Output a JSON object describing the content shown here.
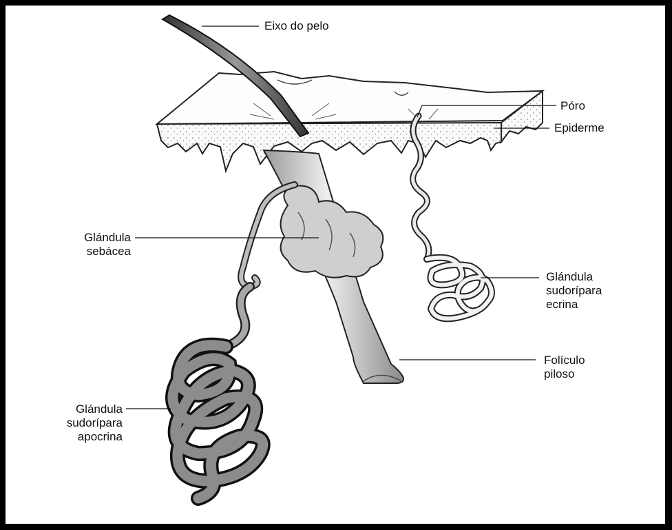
{
  "labels": {
    "eixo": "Eixo do pelo",
    "poro": "Póro",
    "epiderme": "Epiderme",
    "sebacea": "Glándula\nsebácea",
    "ecrina": "Glándula\nsudorípara\necrina",
    "foliculo": "Folículo\npiloso",
    "apocrina": "Glándula\nsudorípara\napocrina"
  }
}
